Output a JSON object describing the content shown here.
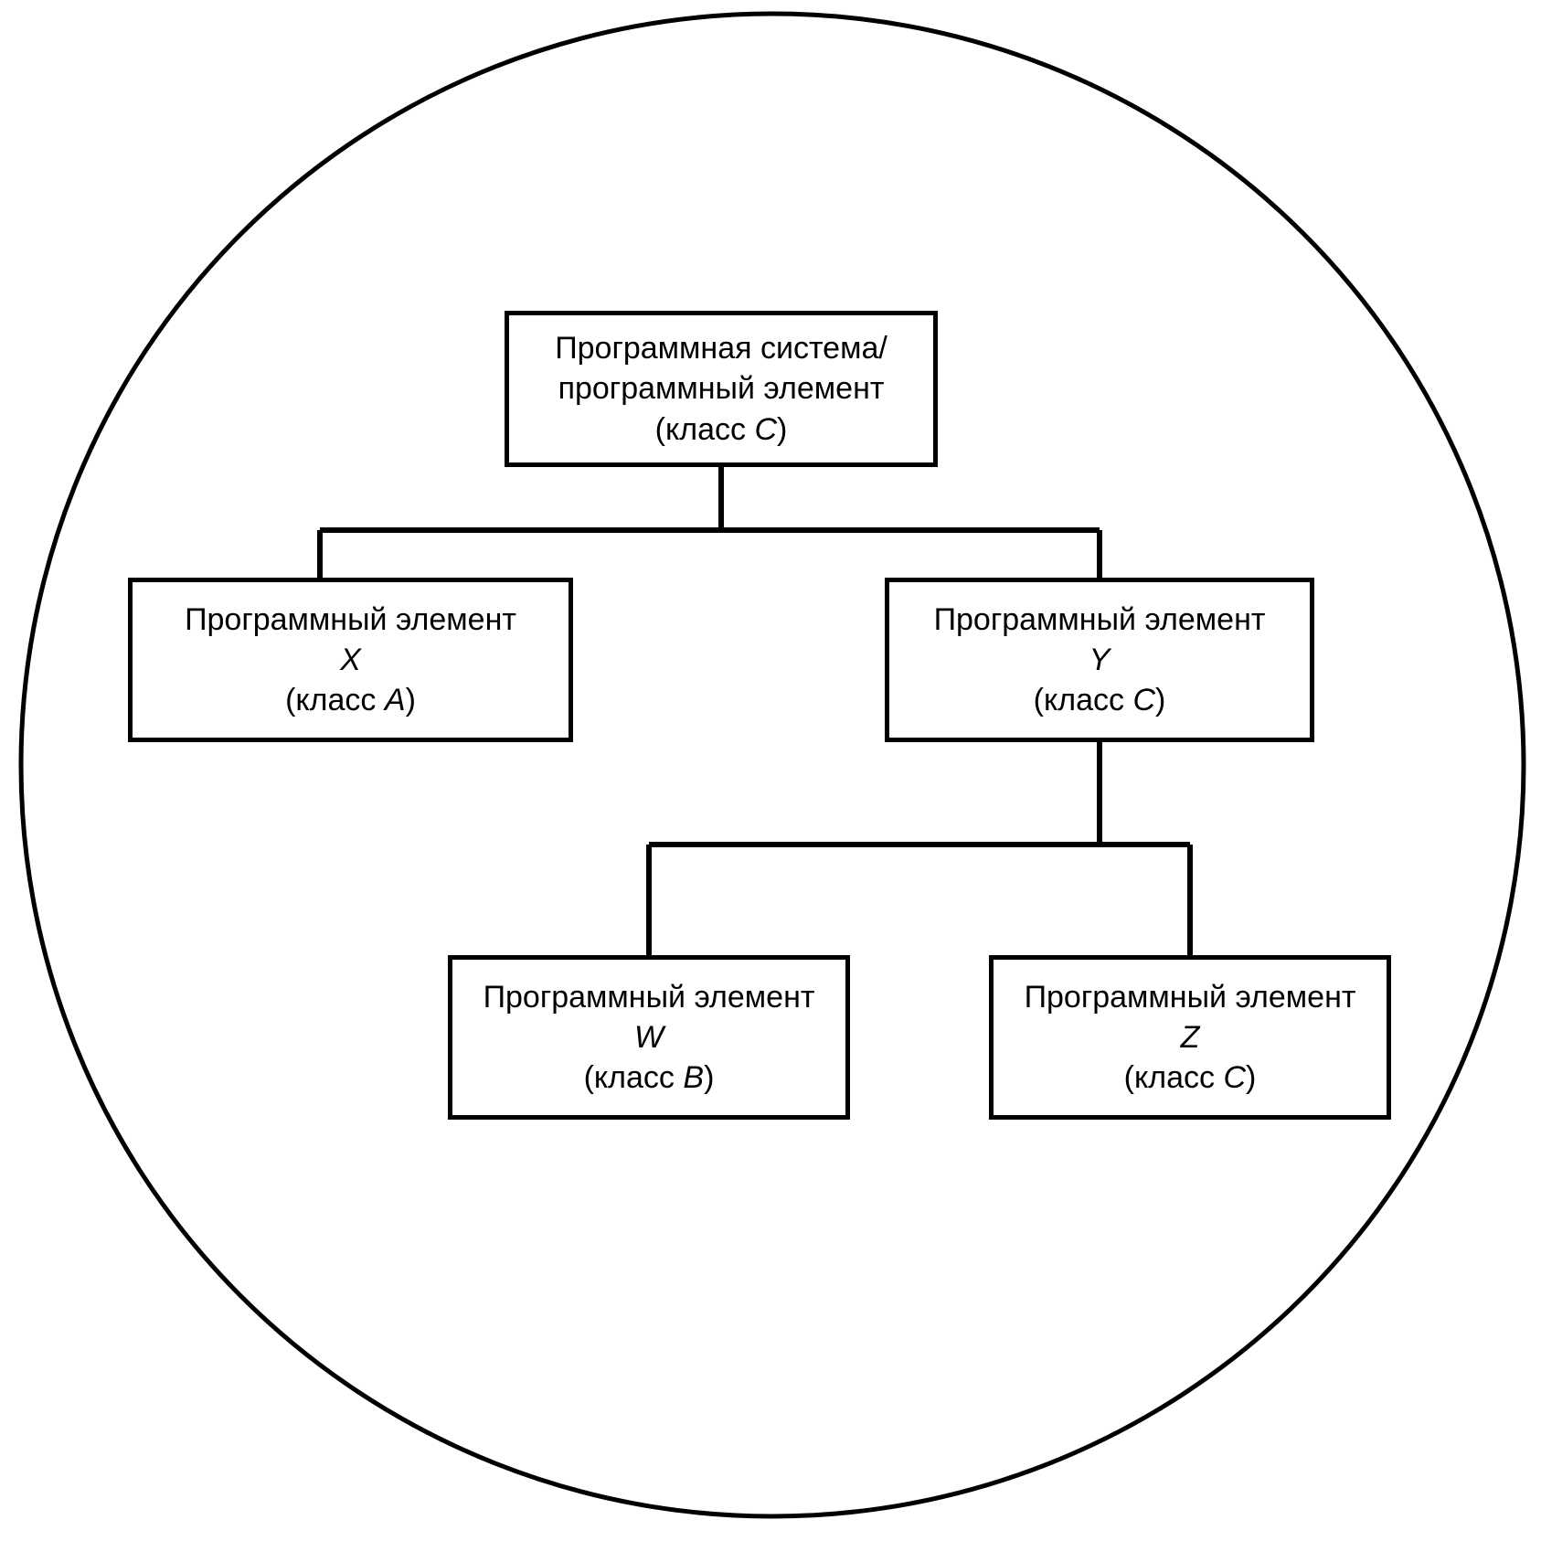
{
  "diagram": {
    "type": "hierarchy-tree",
    "boundary": {
      "shape": "circle",
      "label": "",
      "stroke_color": "#000000"
    },
    "stroke_color": "#000000",
    "fill_color": "#ffffff",
    "nodes": [
      {
        "id": "root",
        "lines": [
          "Программная система/",
          "программный элемент",
          "(класс C)"
        ],
        "title": "Программная система/программный элемент",
        "class_label": "(класс C)",
        "class_letter": "C",
        "identifier": ""
      },
      {
        "id": "x",
        "lines": [
          "Программный элемент",
          "X",
          "(класс A)"
        ],
        "title": "Программный элемент",
        "class_label": "(класс A)",
        "class_letter": "A",
        "identifier": "X"
      },
      {
        "id": "y",
        "lines": [
          "Программный элемент",
          "Y",
          "(класс C)"
        ],
        "title": "Программный элемент",
        "class_label": "(класс C)",
        "class_letter": "C",
        "identifier": "Y"
      },
      {
        "id": "w",
        "lines": [
          "Программный элемент",
          "W",
          "(класс B)"
        ],
        "title": "Программный элемент",
        "class_label": "(класс B)",
        "class_letter": "B",
        "identifier": "W"
      },
      {
        "id": "z",
        "lines": [
          "Программный элемент",
          "Z",
          "(класс C)"
        ],
        "title": "Программный элемент",
        "class_label": "(класс C)",
        "class_letter": "C",
        "identifier": "Z"
      }
    ],
    "edges": [
      {
        "from": "root",
        "to": "x"
      },
      {
        "from": "root",
        "to": "y"
      },
      {
        "from": "y",
        "to": "w"
      },
      {
        "from": "y",
        "to": "z"
      }
    ]
  }
}
